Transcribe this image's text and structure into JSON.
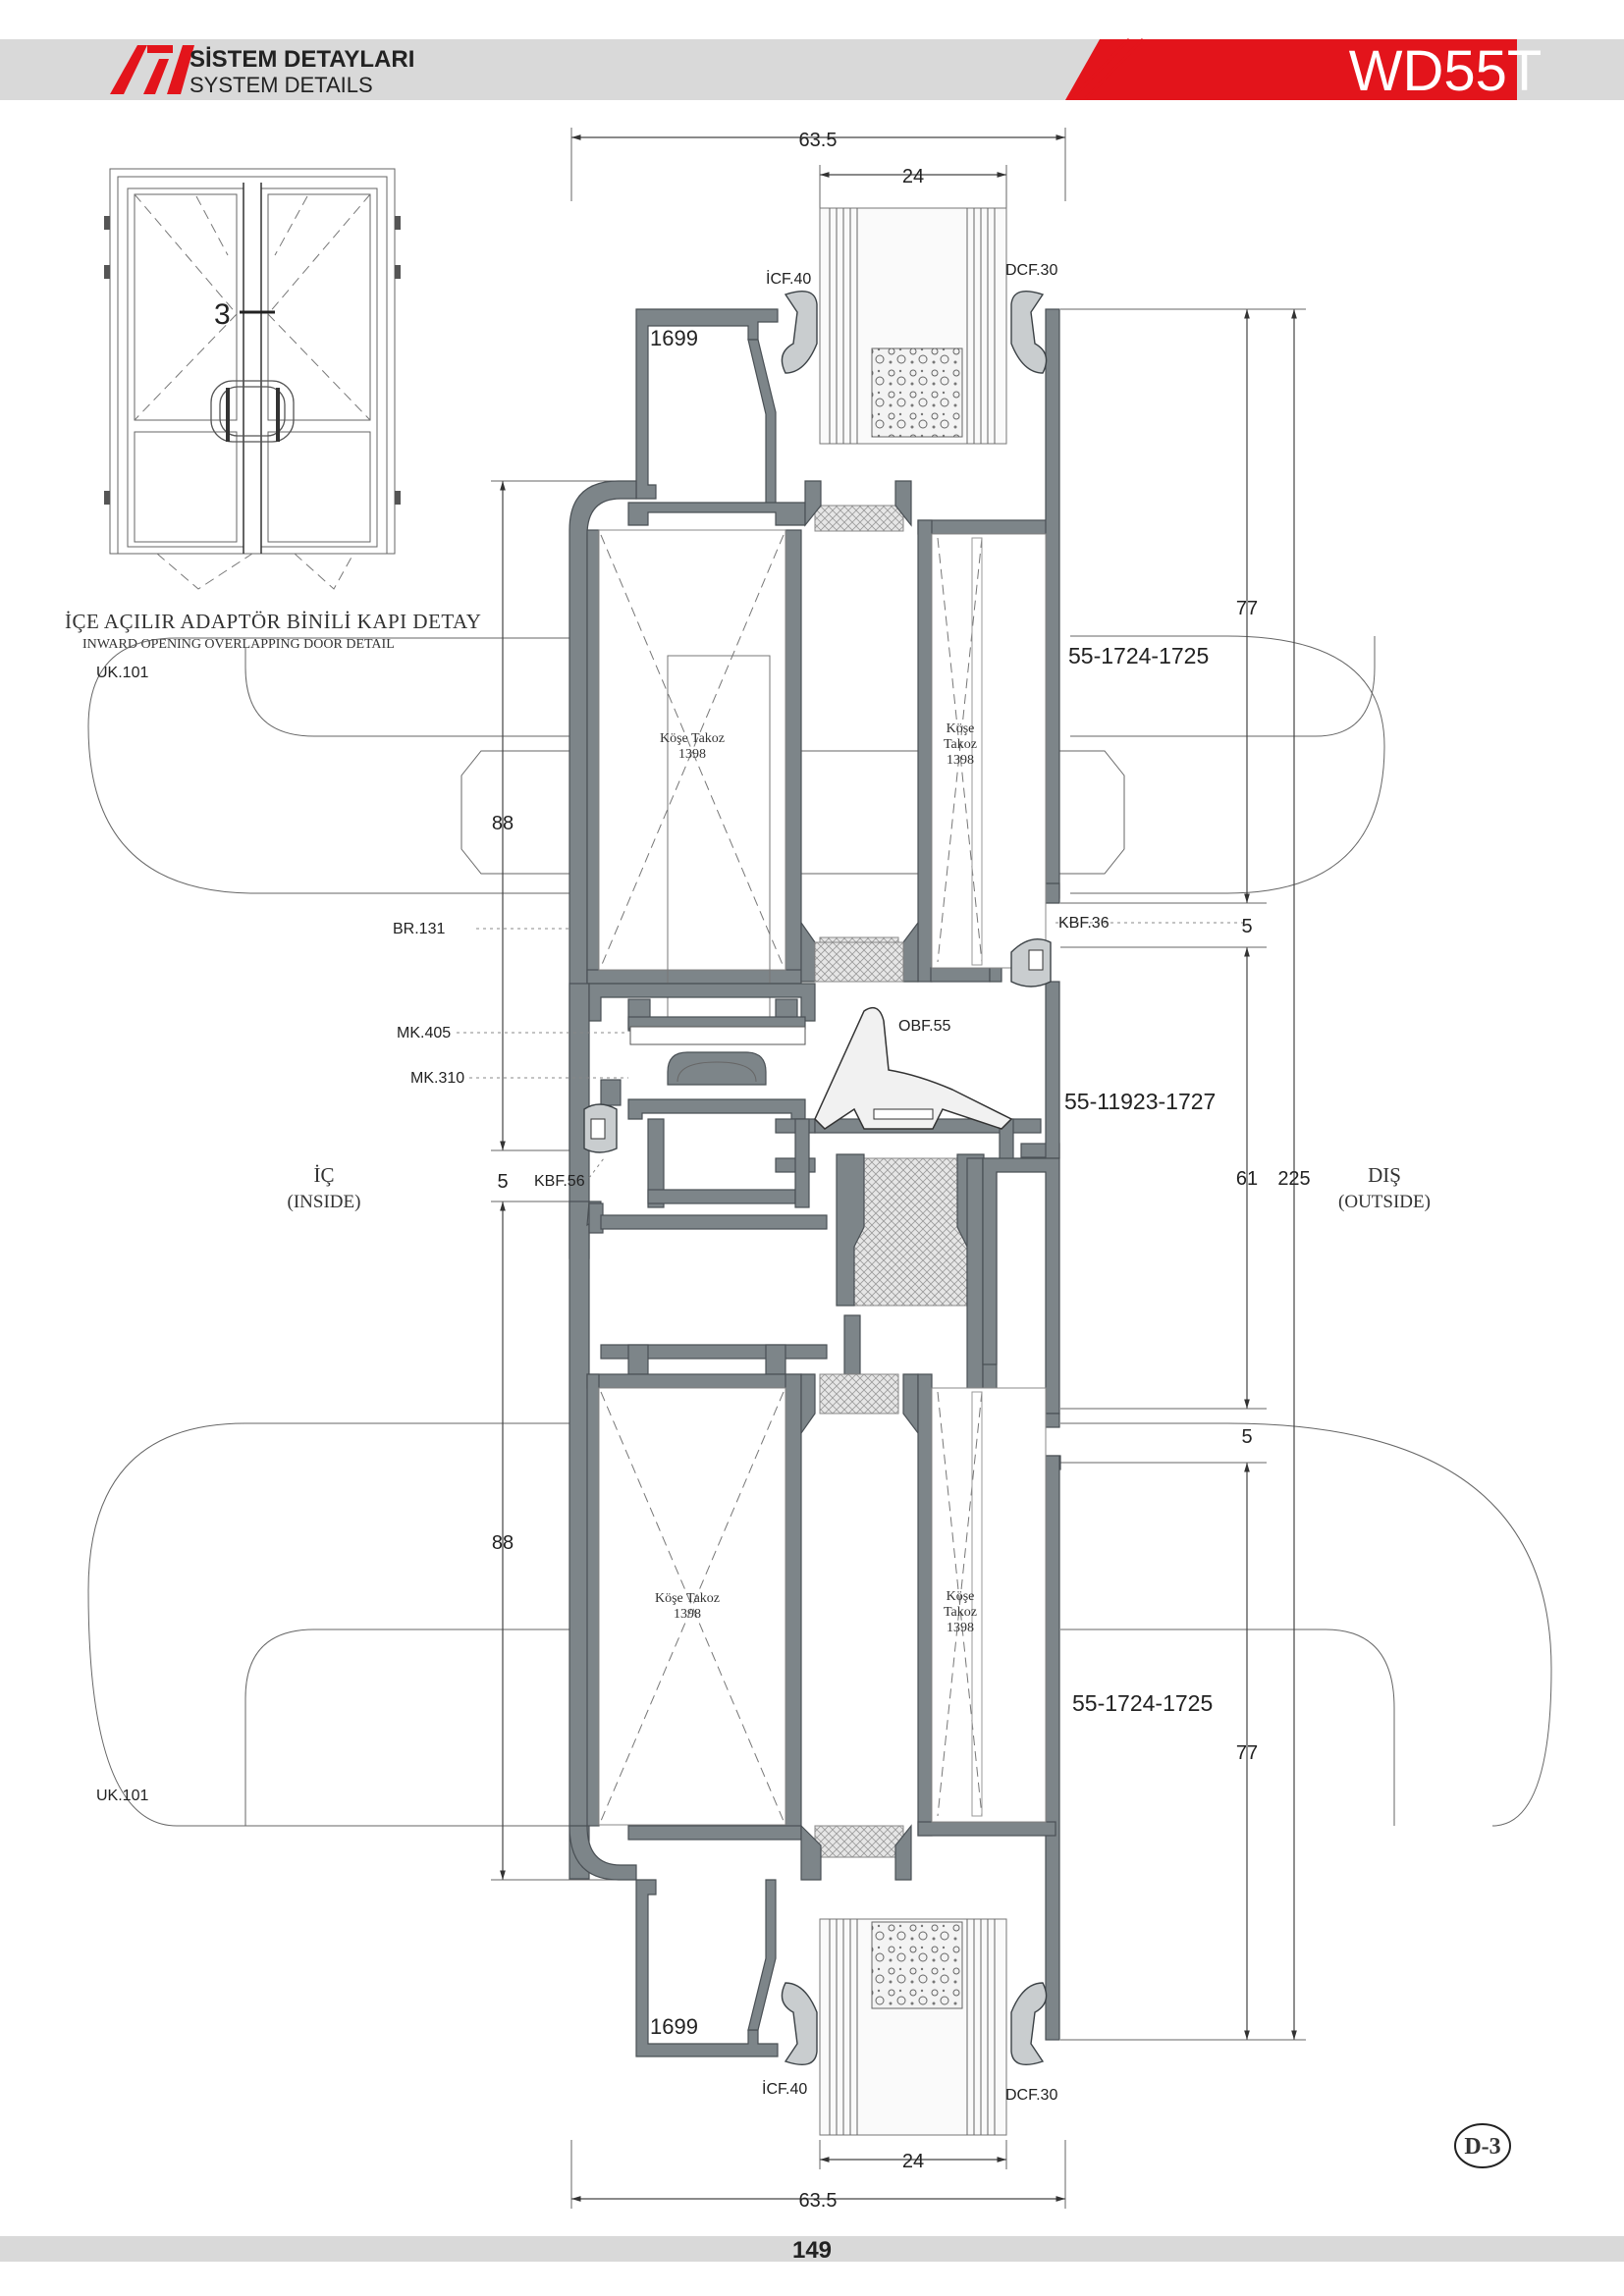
{
  "header": {
    "title_tr": "SİSTEM DETAYLARI",
    "title_en": "SYSTEM DETAILS",
    "system_code": "WD55T",
    "brand_color": "#e3141b",
    "band_color": "#d9d9d9"
  },
  "thumbnail": {
    "section_mark": "3",
    "caption_tr": "İÇE AÇILIR ADAPTÖR BİNİLİ KAPI  DETAY",
    "caption_en": "INWARD OPENING OVERLAPPING DOOR DETAIL"
  },
  "dimensions": {
    "top_overall": "63.5",
    "top_glass": "24",
    "bottom_overall": "63.5",
    "bottom_glass": "24",
    "right_upper": "77",
    "right_gap_upper": "5",
    "right_mid": "61",
    "right_total": "225",
    "right_gap_lower": "5",
    "right_lower": "77",
    "left_upper": "88",
    "left_gap": "5",
    "left_lower": "88"
  },
  "labels": {
    "icf_top": "İCF.40",
    "dcf_top": "DCF.30",
    "profile_top": "1699",
    "sash_upper": "55-1724-1725",
    "corner_left_upper": "Köşe Takoz\n1398",
    "corner_right_upper": "Köşe\nTakoz\n1398",
    "uk_upper": "UK.101",
    "br": "BR.131",
    "kbf_right": "KBF.36",
    "mk405": "MK.405",
    "mk310": "MK.310",
    "obf": "OBF.55",
    "mid_profile": "55-11923-1727",
    "kbf_left": "KBF.56",
    "inside_tr": "İÇ",
    "inside_en": "(INSIDE)",
    "outside_tr": "DIŞ",
    "outside_en": "(OUTSIDE)",
    "corner_left_lower": "Köşe Takoz\n1398",
    "corner_right_lower": "Köşe\nTakoz\n1398",
    "sash_lower": "55-1724-1725",
    "uk_lower": "UK.101",
    "profile_bottom": "1699",
    "icf_bottom": "İCF.40",
    "dcf_bottom": "DCF.30",
    "detail_code": "D-3"
  },
  "footer": {
    "page_number": "149"
  }
}
